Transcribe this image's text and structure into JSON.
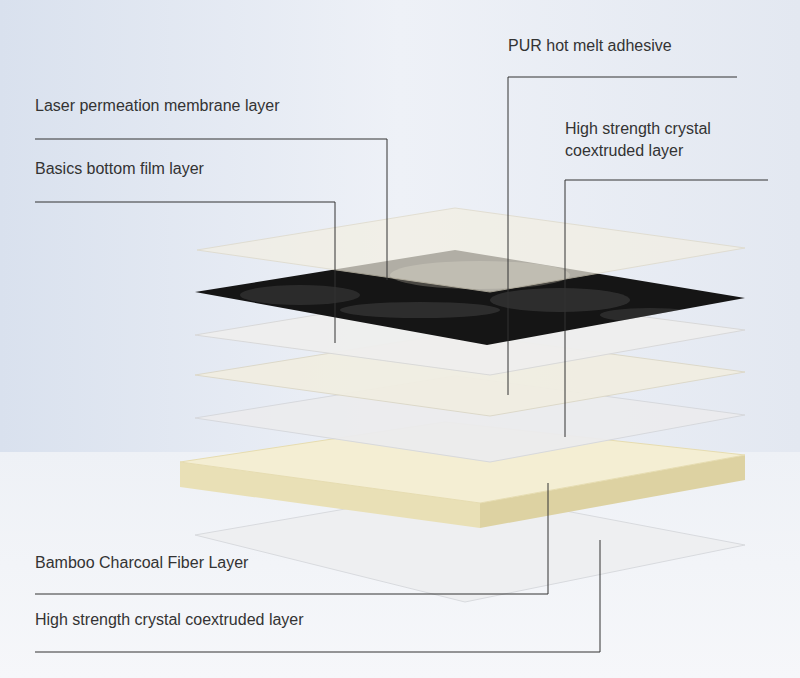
{
  "diagram": {
    "labels": [
      "PUR hot melt adhesive",
      "Laser permeation membrane layer",
      "High strength crystal coextruded layer",
      "Basics bottom film layer",
      "Bamboo Charcoal Fiber Layer",
      "High strength crystal coextruded layer"
    ]
  }
}
